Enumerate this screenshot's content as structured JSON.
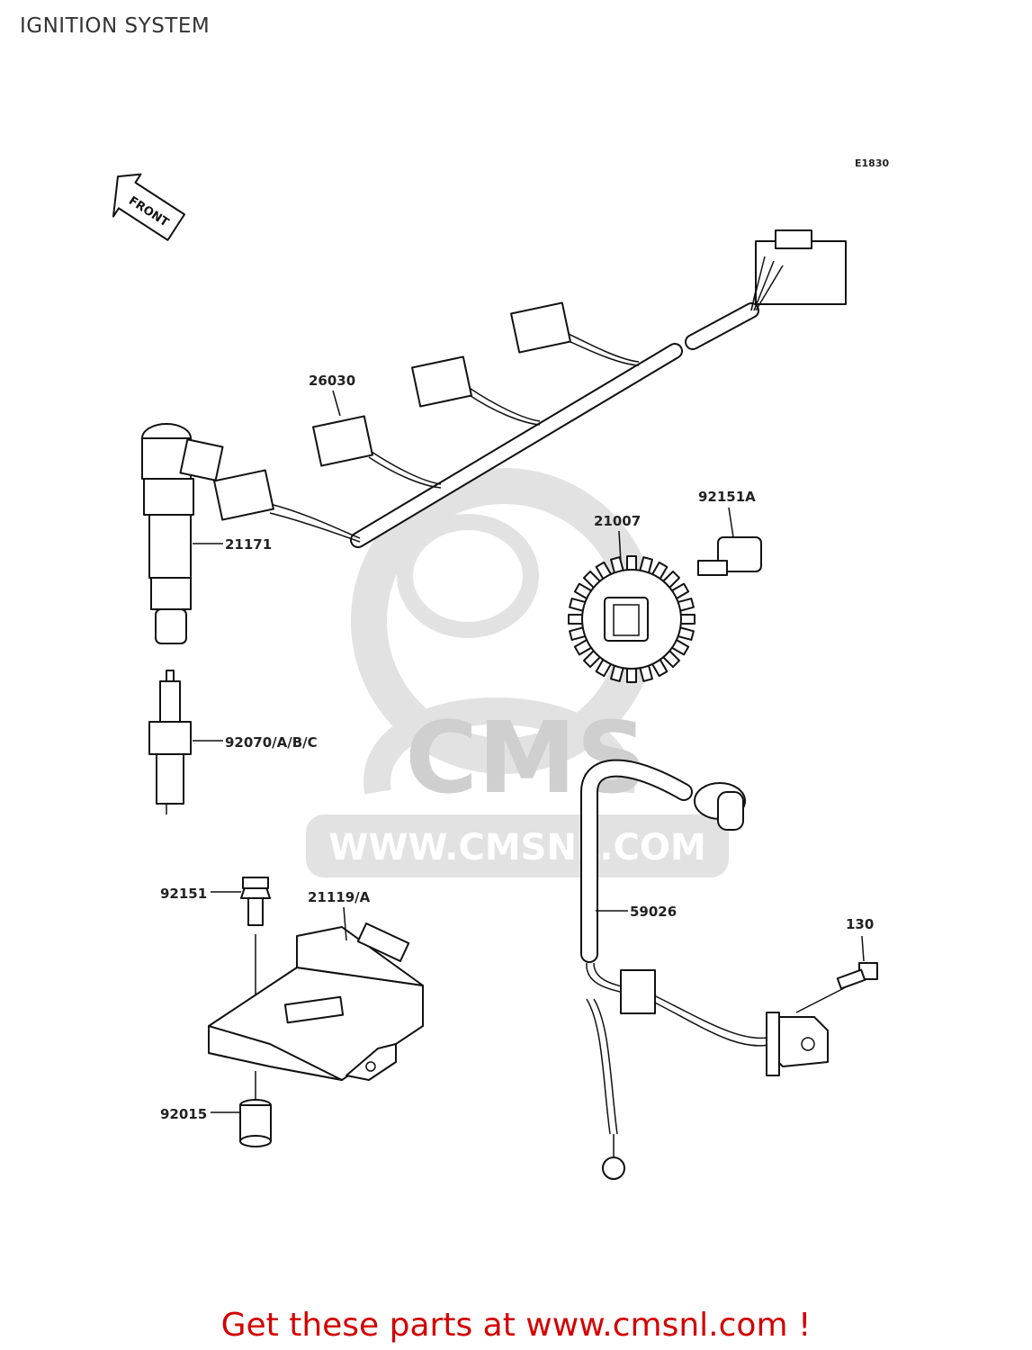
{
  "title": "IGNITION SYSTEM",
  "diagram_code": "E1830",
  "front_marker": "FRONT",
  "watermark": {
    "brand": "CMS",
    "url": "WWW.CMSNL.COM"
  },
  "callouts": [
    {
      "id": "harness",
      "label": "26030"
    },
    {
      "id": "coil",
      "label": "21171"
    },
    {
      "id": "spark-plug",
      "label": "92070/A/B/C"
    },
    {
      "id": "rotor",
      "label": "21007"
    },
    {
      "id": "rotor-bolt",
      "label": "92151A"
    },
    {
      "id": "ecu-bolt",
      "label": "92151"
    },
    {
      "id": "ecu",
      "label": "21119/A"
    },
    {
      "id": "grommet",
      "label": "92015"
    },
    {
      "id": "pickup-lead",
      "label": "59026"
    },
    {
      "id": "pickup-bolt",
      "label": "130"
    }
  ],
  "footer_cta": "Get these parts at www.cmsnl.com !"
}
